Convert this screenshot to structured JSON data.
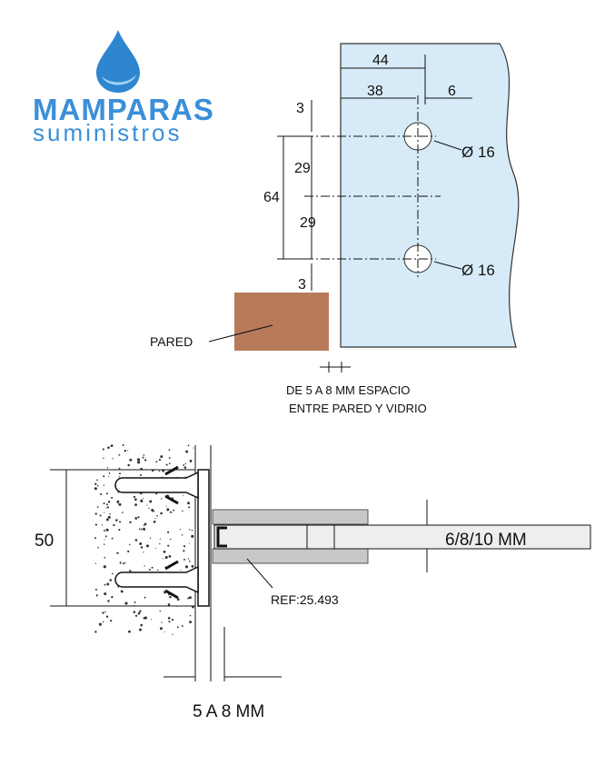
{
  "logo": {
    "line1": "MAMPARAS",
    "line2": "suministros",
    "color": "#3b8fd8"
  },
  "top_view": {
    "dims": {
      "d44": "44",
      "d38": "38",
      "d6": "6",
      "d3_top": "3",
      "d29_a": "29",
      "d64": "64",
      "d29_b": "29",
      "d3_bottom": "3"
    },
    "hole_top": "Ø 16",
    "hole_bottom": "Ø 16",
    "wall_label": "PARED",
    "gap_note_line1": "DE 5 A 8 MM ESPACIO",
    "gap_note_line2": "ENTRE PARED Y VIDRIO",
    "glass_color": "#d6ebf7",
    "wall_color": "#b87b5a"
  },
  "section_view": {
    "height_dim": "50",
    "glass_thickness": "6/8/10 MM",
    "ref": "REF:25.493",
    "gap_dim": "5 A 8 MM"
  }
}
